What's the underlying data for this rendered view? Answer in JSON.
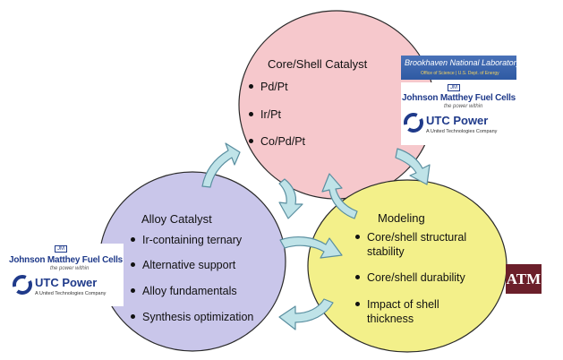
{
  "core_shell": {
    "title": "Core/Shell Catalyst",
    "items": [
      "Pd/Pt",
      "Ir/Pt",
      "Co/Pd/Pt"
    ]
  },
  "alloy": {
    "title": "Alloy Catalyst",
    "items": [
      "Ir-containing ternary",
      "Alternative support",
      "Alloy fundamentals",
      "Synthesis optimization"
    ]
  },
  "modeling": {
    "title": "Modeling",
    "items": [
      "Core/shell structural stability",
      "Core/shell durability",
      "Impact of shell thickness"
    ]
  },
  "logos": {
    "bnl": {
      "name": "Brookhaven National Laboratory",
      "sub": "Office of Science | U.S. Dept. of Energy"
    },
    "jm": {
      "mark": "JM",
      "name": "Johnson Matthey Fuel Cells",
      "tagline": "the power within"
    },
    "utc": {
      "name": "UTC Power",
      "sub": "A United Technologies Company"
    },
    "tamu": {
      "mark": "ATM"
    }
  },
  "colors": {
    "core_shell_fill": "#f6c8cc",
    "alloy_fill": "#c9c6ea",
    "modeling_fill": "#f3f08a",
    "arrow_fill": "#bfe3e8",
    "arrow_stroke": "#5a8fa0",
    "logo_blue": "#1f3a8a",
    "tamu_maroon": "#6b1f2a"
  }
}
